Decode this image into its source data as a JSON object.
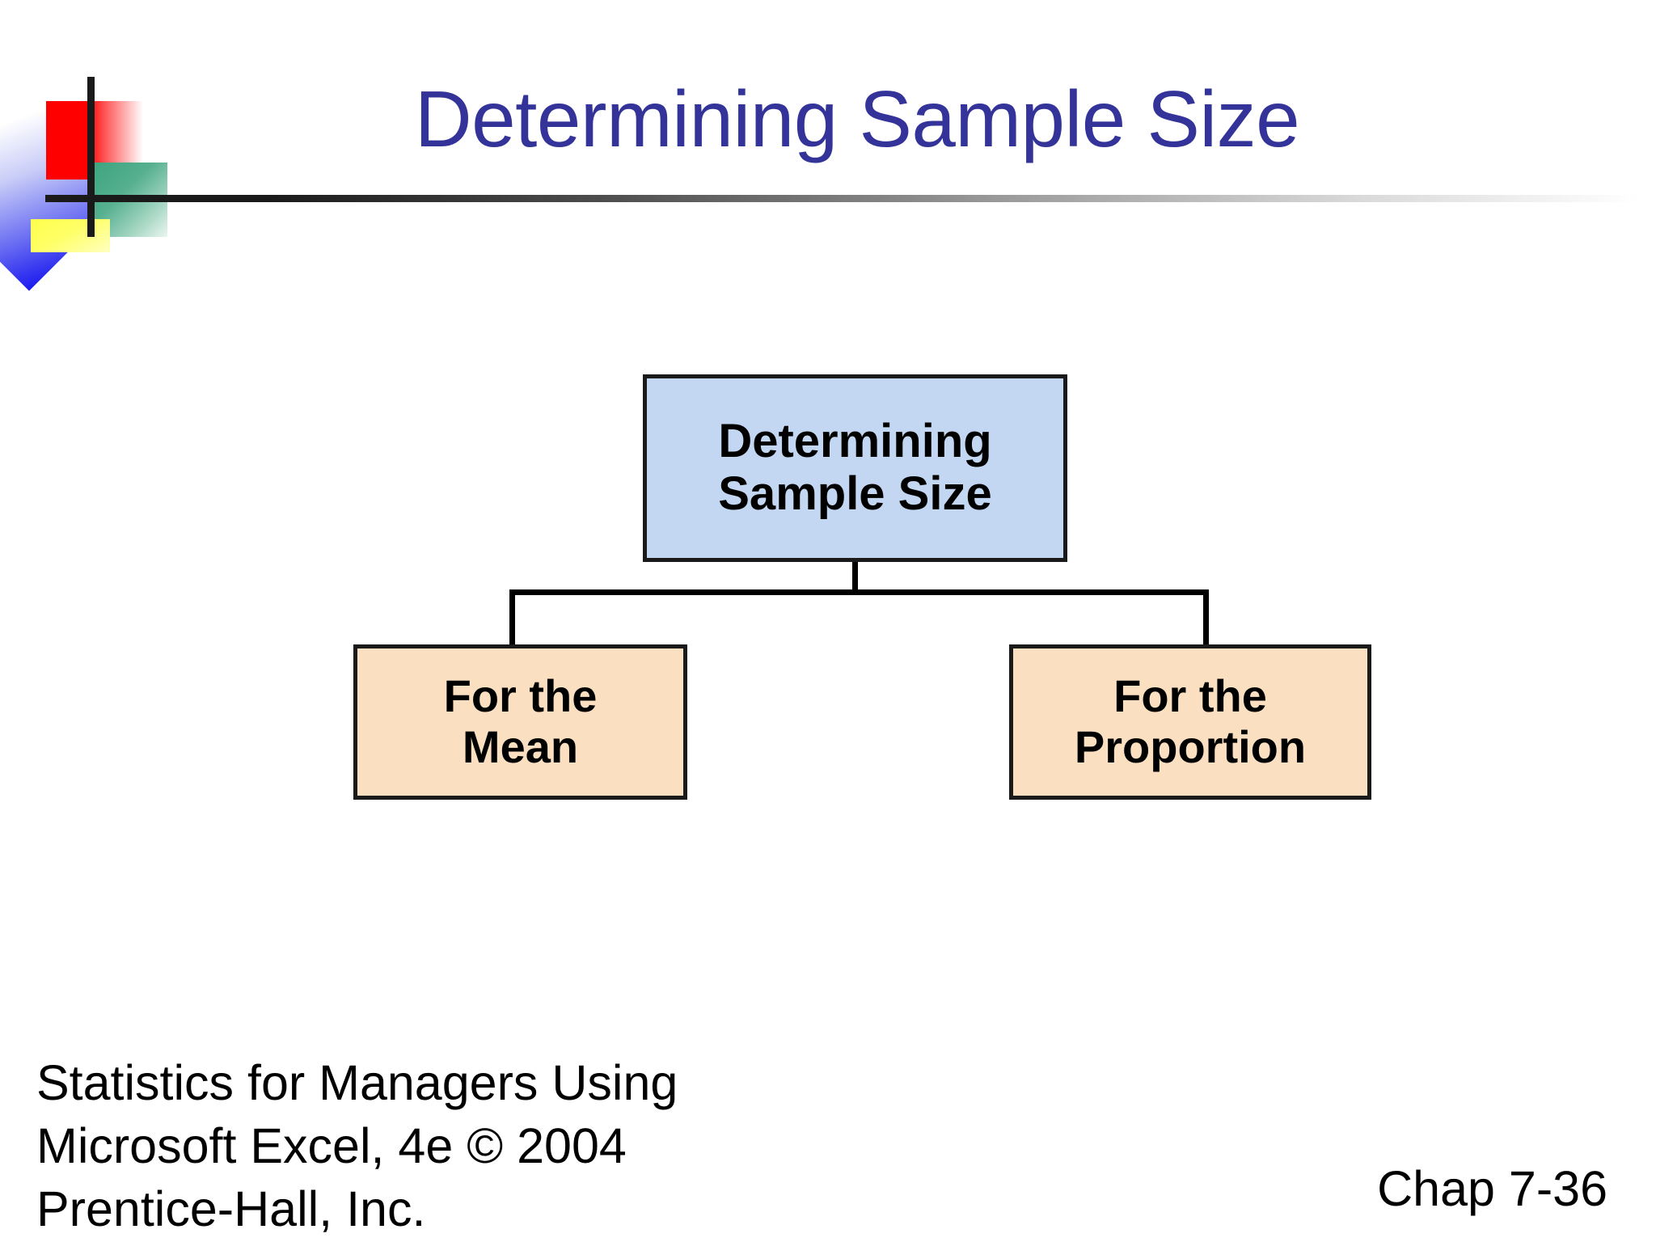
{
  "slide": {
    "title": "Determining Sample Size",
    "title_color": "#333399",
    "background_color": "#FFFFFF"
  },
  "logo": {
    "name": "decorative-corner-logo",
    "shapes": [
      {
        "name": "blue-diamond",
        "color": "#1A19EF"
      },
      {
        "name": "red-square",
        "color": "#FE0000"
      },
      {
        "name": "green-square",
        "color": "#3DA57F"
      },
      {
        "name": "yellow-square",
        "color": "#FFFF4D"
      },
      {
        "name": "black-crosshair",
        "color": "#1A1A1A"
      }
    ]
  },
  "divider": {
    "name": "title-rule",
    "color": "#1A1A1A"
  },
  "diagram": {
    "type": "tree",
    "root": {
      "label_line1": "Determining",
      "label_line2": "Sample Size",
      "fill_color": "#C3D7F2",
      "border_color": "#1A1A1A"
    },
    "children": [
      {
        "label_line1": "For the",
        "label_line2": "Mean",
        "fill_color": "#FADFC0",
        "border_color": "#1A1A1A"
      },
      {
        "label_line1": "For the",
        "label_line2": "Proportion",
        "fill_color": "#FADFC0",
        "border_color": "#1A1A1A"
      }
    ]
  },
  "footer": {
    "credit": "Statistics for Managers Using\nMicrosoft Excel, 4e © 2004\nPrentice-Hall, Inc.",
    "chapter": "Chap 7-36"
  }
}
